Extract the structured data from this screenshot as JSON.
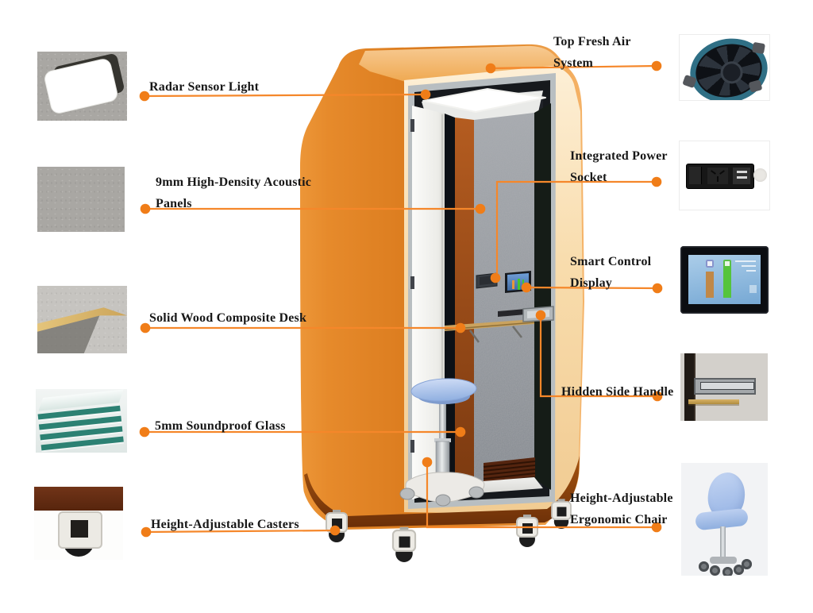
{
  "labels": {
    "radar": {
      "line1": "Radar Sensor Light"
    },
    "acoustic": {
      "line1": "9mm High-Density Acoustic",
      "line2": "Panels"
    },
    "top_air": {
      "line1": "Top Fresh Air",
      "line2": "System"
    },
    "socket": {
      "line1": "Integrated Power",
      "line2": "Socket"
    },
    "display": {
      "line1": "Smart Control",
      "line2": "Display"
    },
    "desk": {
      "line1": "Solid Wood Composite Desk"
    },
    "handle": {
      "line1": "Hidden Side Handle"
    },
    "glass": {
      "line1": "5mm Soundproof Glass"
    },
    "casters": {
      "line1": "Height-Adjustable Casters"
    },
    "chair": {
      "line1": "Height-Adjustable",
      "line2": "Ergonomic Chair"
    }
  },
  "colors": {
    "accent_line": "#F5872A",
    "accent_dot": "#F07D18",
    "label_text": "#171717",
    "booth_orange": "#DD7E1F",
    "frame_cream": "#F8DCAC"
  },
  "thumbnails": {
    "left": [
      "radar-sensor-light-photo",
      "acoustic-panel-photo",
      "wood-composite-desk-photo",
      "soundproof-glass-photo",
      "adjustable-caster-photo"
    ],
    "right": [
      "ventilation-fan-photo",
      "power-socket-photo",
      "smart-control-display-photo",
      "side-handle-photo",
      "ergonomic-chair-photo"
    ]
  }
}
